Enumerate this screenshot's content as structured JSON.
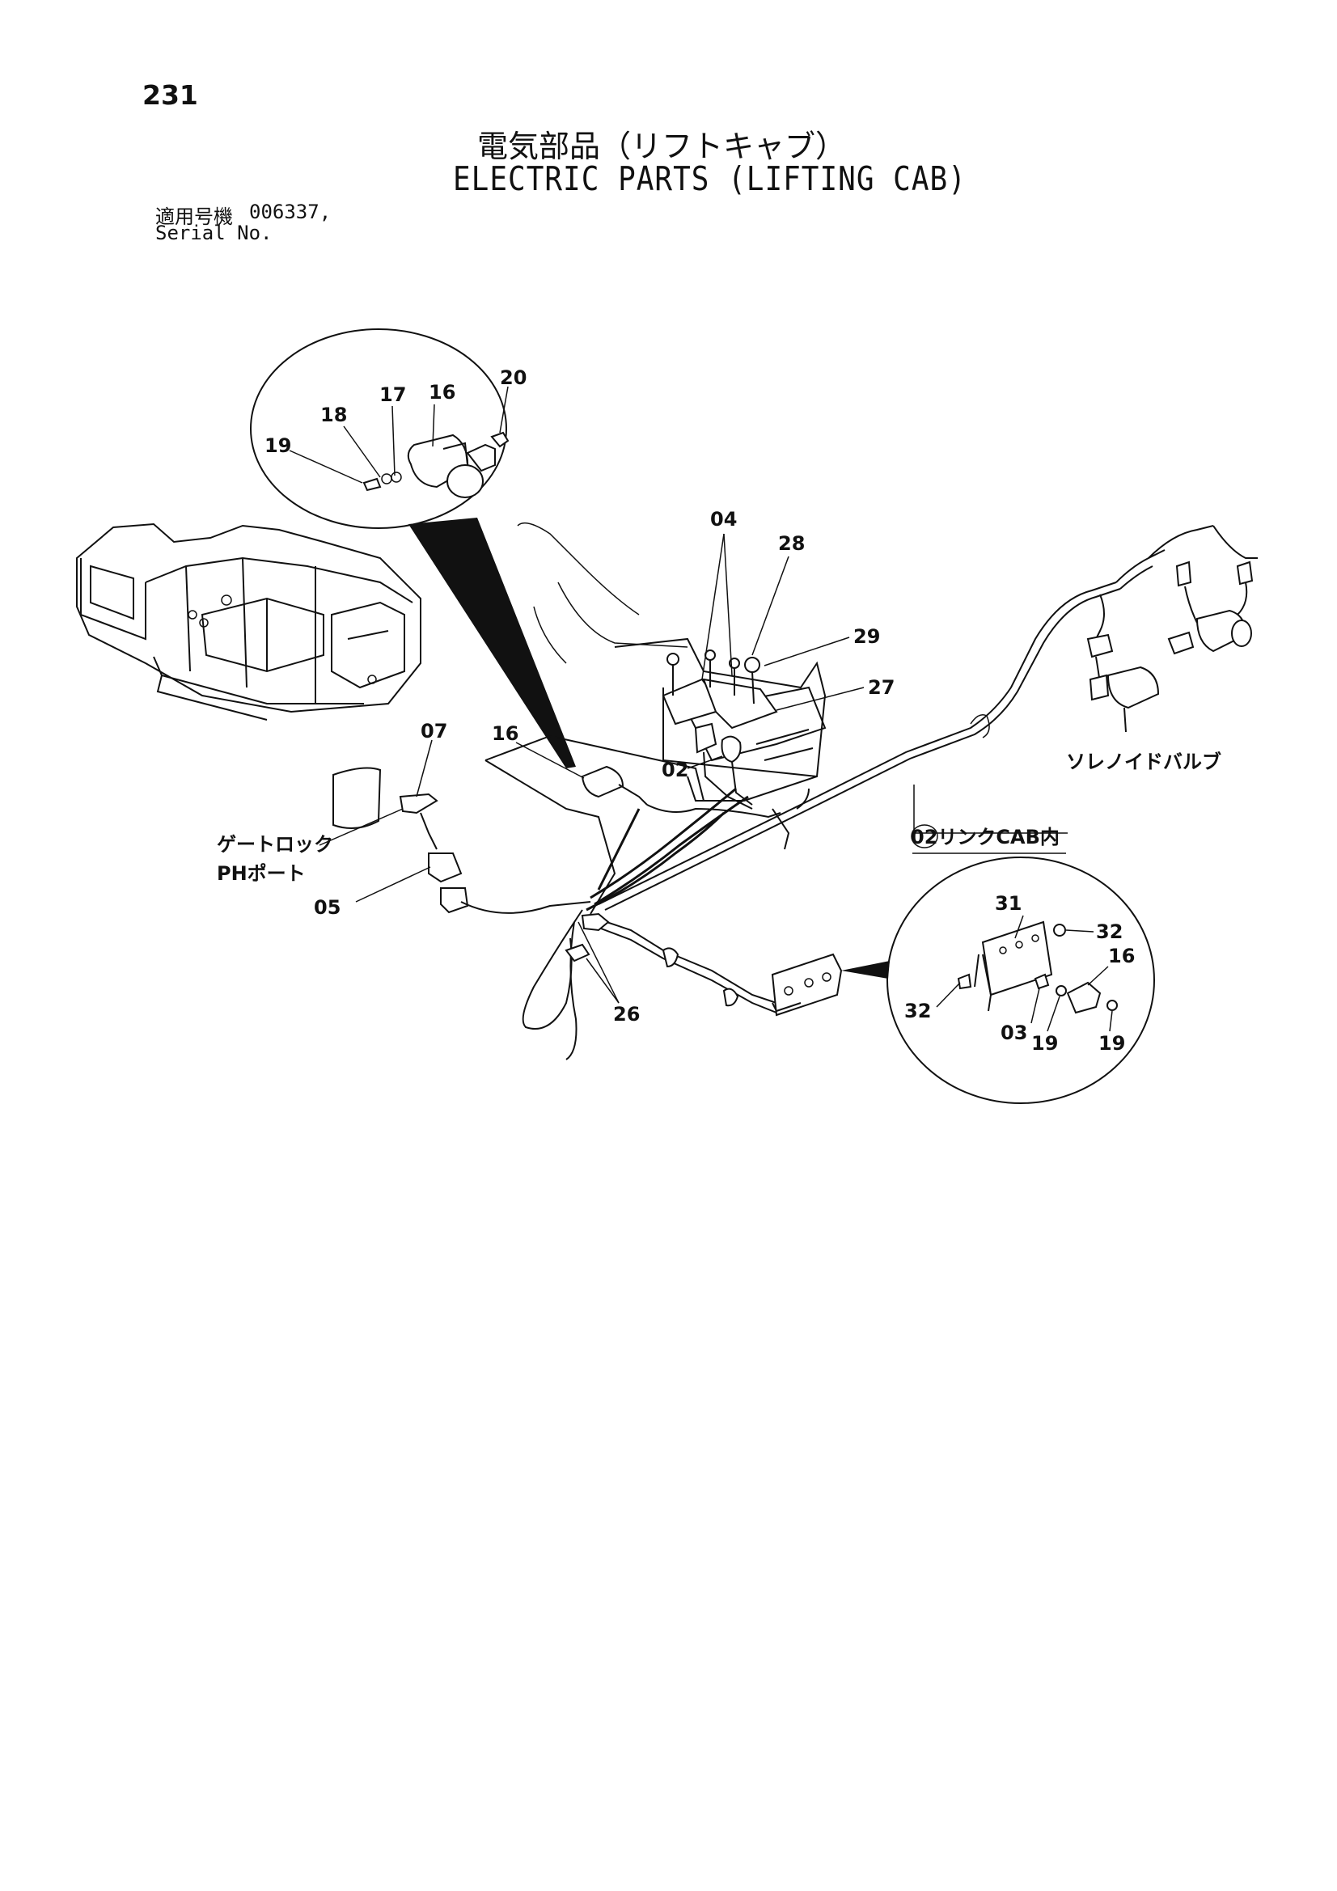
{
  "header": {
    "page_number": "231",
    "title_jp": "電気部品（リフトキャブ）",
    "title_en": "ELECTRIC PARTS (LIFTING CAB)",
    "serial_label_jp": "適用号機",
    "serial_value": "006337,",
    "serial_label_en": "Serial No."
  },
  "callouts": {
    "c20": "20",
    "c17": "17",
    "c16_detail": "16",
    "c18": "18",
    "c19_detail": "19",
    "c04": "04",
    "c28": "28",
    "c29": "29",
    "c27": "27",
    "c07": "07",
    "c16": "16",
    "c02": "02",
    "c05": "05",
    "c26": "26",
    "c31": "31",
    "c32a": "32",
    "c16b": "16",
    "c32b": "32",
    "c03": "03",
    "c19a": "19",
    "c19b": "19"
  },
  "labels": {
    "gate_lock_line1": "ゲートロック",
    "gate_lock_line2": "PHポート",
    "solenoid_valve": "ソレノイドバルブ",
    "link_cab": "02リンクCAB内"
  }
}
